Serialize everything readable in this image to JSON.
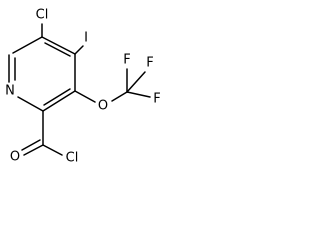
{
  "molecule": {
    "atoms": {
      "chlorine_top": "Cl",
      "iodine": "I",
      "fluorine_top_left": "F",
      "fluorine_top_right": "F",
      "fluorine_right": "F",
      "ether_oxygen": "O",
      "ring_nitrogen": "N",
      "carbonyl_oxygen": "O",
      "chlorine_acyl": "Cl"
    }
  }
}
